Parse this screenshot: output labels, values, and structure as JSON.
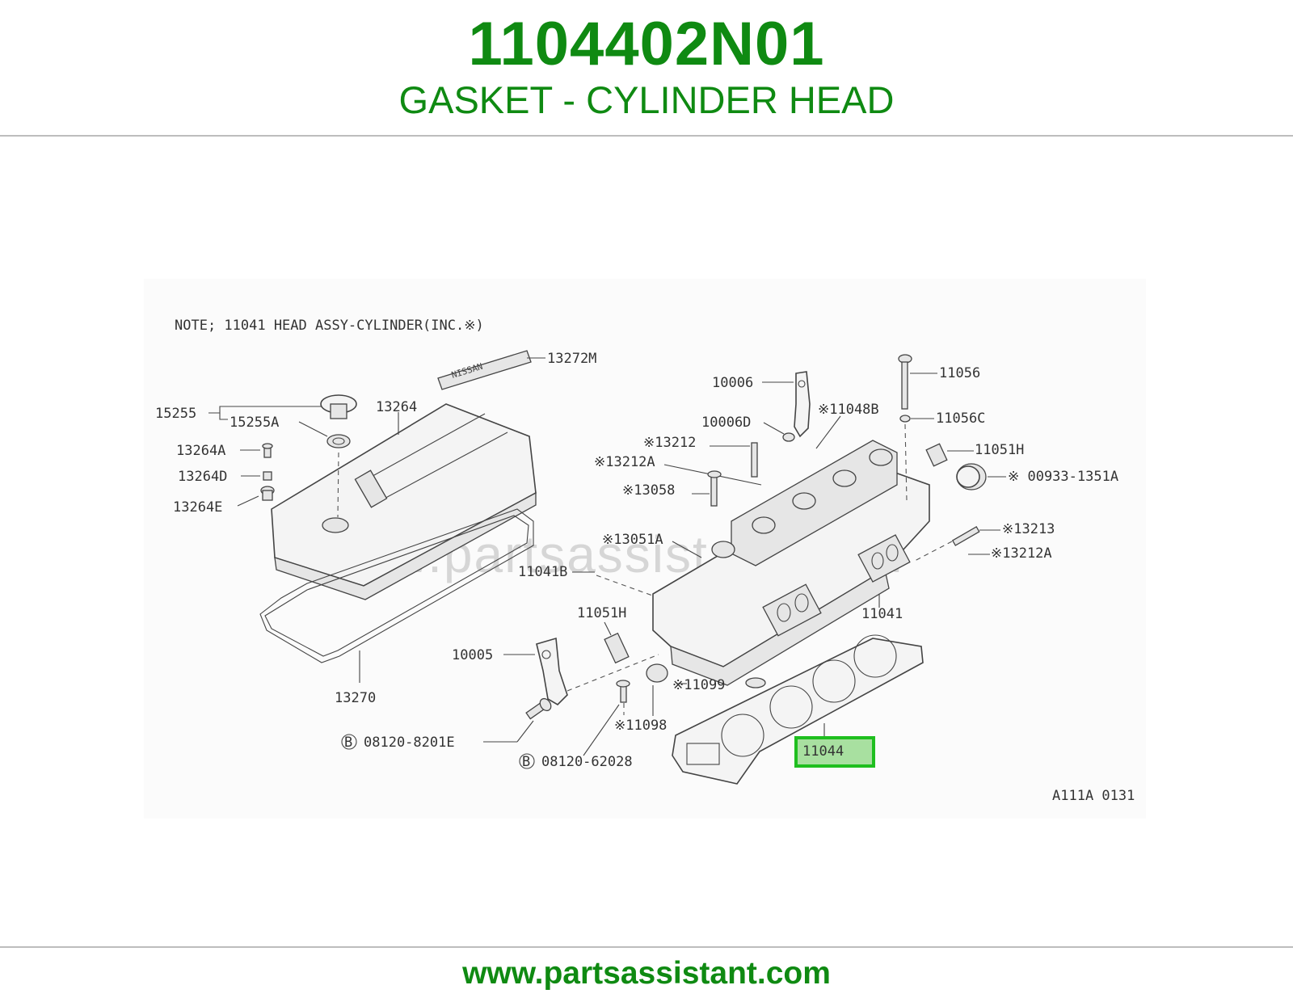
{
  "header": {
    "part_number": "1104402N01",
    "part_name": "GASKET - CYLINDER HEAD"
  },
  "diagram": {
    "note": "NOTE; 11041 HEAD ASSY-CYLINDER(INC.※)",
    "watermark": "www.partsassistant.com",
    "figure_code": "A111A 0131",
    "highlighted_part": "11044",
    "highlight_color": "#1fbf1f",
    "labels": {
      "p13272M": "13272M",
      "p15255": "15255",
      "p15255A": "15255A",
      "p13264": "13264",
      "p13264A": "13264A",
      "p13264D": "13264D",
      "p13264E": "13264E",
      "p13270": "13270",
      "p10006": "10006",
      "p10006D": "10006D",
      "p11048B": "※11048B",
      "p13212": "※13212",
      "p13212A_1": "※13212A",
      "p13058": "※13058",
      "p13051A": "※13051A",
      "p11041B": "11041B",
      "p11051H_1": "11051H",
      "p10005": "10005",
      "p11099": "※11099",
      "p11098": "※11098",
      "p08120_8201E": "08120-8201E",
      "p08120_62028": "08120-62028",
      "p11056": "11056",
      "p11056C": "11056C",
      "p11051H_2": "11051H",
      "p00933": "※ 00933-1351A",
      "p13213": "※13213",
      "p13212A_2": "※13212A",
      "p11041": "11041",
      "p11044": "11044"
    },
    "bolt_marker": "B"
  },
  "footer": {
    "site": "www.partsassistant.com"
  }
}
